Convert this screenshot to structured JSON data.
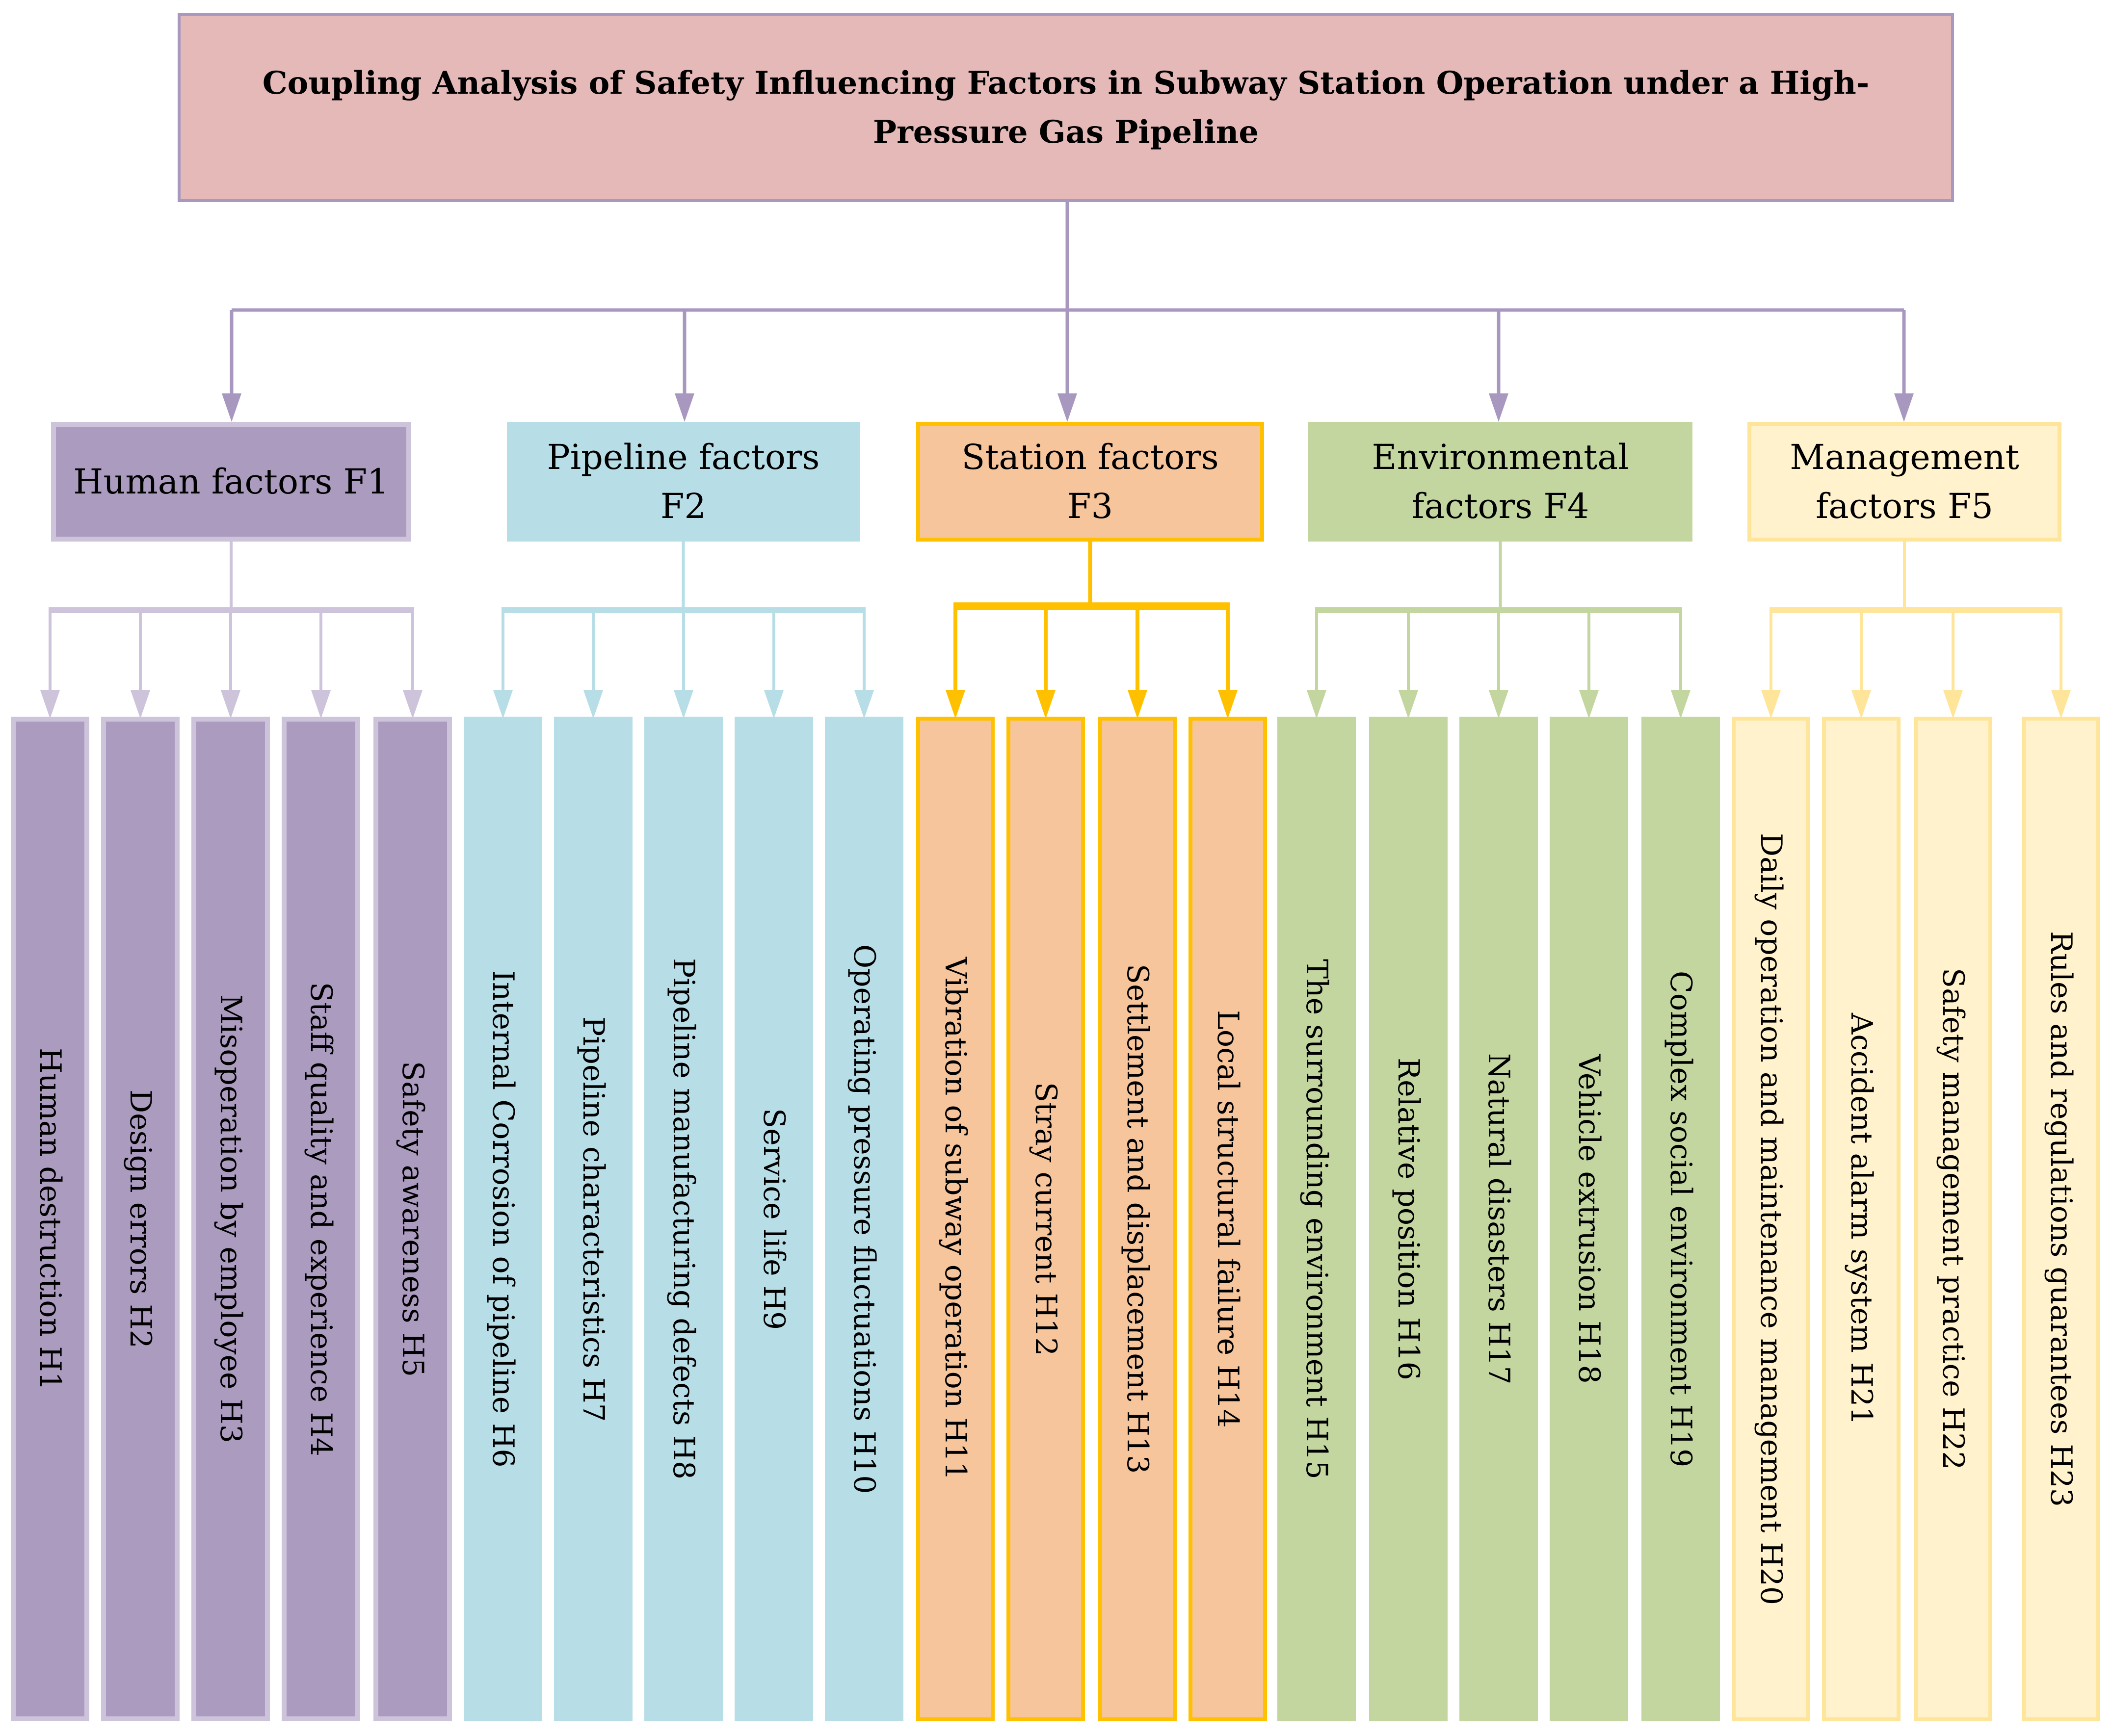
{
  "title": "Coupling Analysis of Safety Influencing Factors in Subway Station Operation under a High-Pressure Gas Pipeline",
  "colors": {
    "title_fill": "#e5b9b7",
    "trunk": "#a898c0",
    "groups": [
      {
        "fill": "#ab9bbf",
        "line": "#cdc3db"
      },
      {
        "fill": "#b7dde7",
        "line": "#b7dde7"
      },
      {
        "fill": "#f7c59c",
        "line": "#ffc000"
      },
      {
        "fill": "#c4d69f",
        "line": "#c4d69f"
      },
      {
        "fill": "#fff2cc",
        "line": "#ffe599"
      }
    ]
  },
  "categories": [
    {
      "label": "Human factors F1",
      "items": [
        "Human destruction H1",
        "Design errors H2",
        "Misoperation by employee H3",
        "Staff quality and experience H4",
        "Safety awareness H5"
      ]
    },
    {
      "label": "Pipeline factors F2",
      "items": [
        "Internal Corrosion of pipeline  H6",
        "Pipeline characteristics H7",
        "Pipeline manufacturing defects H8",
        "Service life H9",
        "Operating pressure fluctuations H10"
      ]
    },
    {
      "label": "Station factors F3",
      "items": [
        "Vibration of subway operation H11",
        "Stray current H12",
        "Settlement and displacement H13",
        "Local structural failure H14"
      ]
    },
    {
      "label": "Environmental factors F4",
      "items": [
        "The surrounding environment H15",
        "Relative position H16",
        "Natural disasters H17",
        "Vehicle extrusion H18",
        "Complex social environment H19"
      ]
    },
    {
      "label": "Management factors F5",
      "items": [
        "Daily operation and maintenance management H20",
        "Accident alarm system H21",
        "Safety management practice H22",
        "Rules and regulations guarantees H23"
      ]
    }
  ]
}
